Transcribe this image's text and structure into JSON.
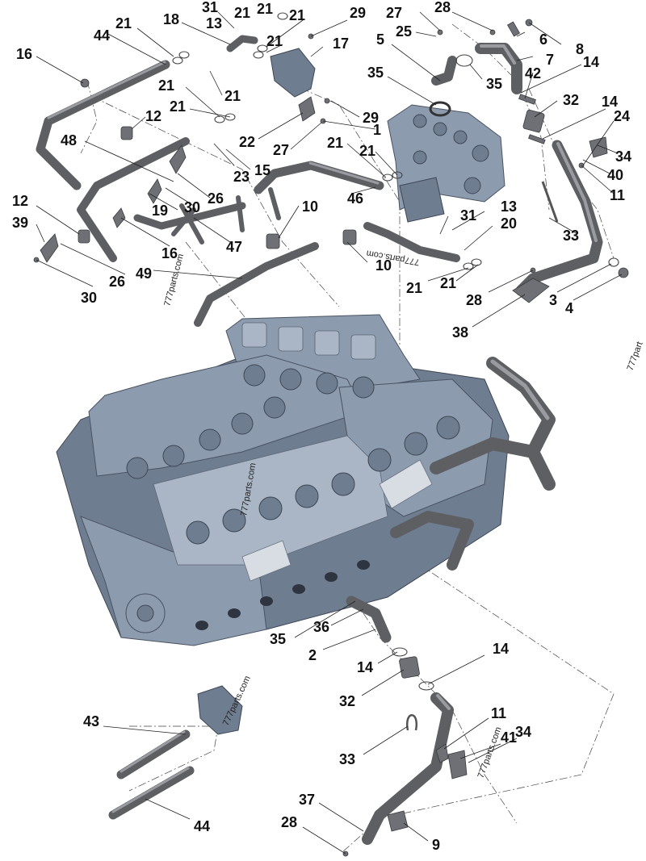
{
  "callouts": [
    {
      "id": "c-31a",
      "text": "31"
    },
    {
      "id": "c-21a",
      "text": "21"
    },
    {
      "id": "c-21b",
      "text": "21"
    },
    {
      "id": "c-27a",
      "text": "27"
    },
    {
      "id": "c-28a",
      "text": "28"
    },
    {
      "id": "c-44a",
      "text": "44"
    },
    {
      "id": "c-21c",
      "text": "21"
    },
    {
      "id": "c-18",
      "text": "18"
    },
    {
      "id": "c-13a",
      "text": "13"
    },
    {
      "id": "c-21d",
      "text": "21"
    },
    {
      "id": "c-29a",
      "text": "29"
    },
    {
      "id": "c-25",
      "text": "25"
    },
    {
      "id": "c-6",
      "text": "6"
    },
    {
      "id": "c-8",
      "text": "8"
    },
    {
      "id": "c-16a",
      "text": "16"
    },
    {
      "id": "c-21e",
      "text": "21"
    },
    {
      "id": "c-17",
      "text": "17"
    },
    {
      "id": "c-5",
      "text": "5"
    },
    {
      "id": "c-7",
      "text": "7"
    },
    {
      "id": "c-14a",
      "text": "14"
    },
    {
      "id": "c-42",
      "text": "42"
    },
    {
      "id": "c-35a",
      "text": "35"
    },
    {
      "id": "c-35b",
      "text": "35"
    },
    {
      "id": "c-21f",
      "text": "21"
    },
    {
      "id": "c-21g",
      "text": "21"
    },
    {
      "id": "c-32a",
      "text": "32"
    },
    {
      "id": "c-14b",
      "text": "14"
    },
    {
      "id": "c-12a",
      "text": "12"
    },
    {
      "id": "c-21h",
      "text": "21"
    },
    {
      "id": "c-29b",
      "text": "29"
    },
    {
      "id": "c-1",
      "text": "1"
    },
    {
      "id": "c-24",
      "text": "24"
    },
    {
      "id": "c-22",
      "text": "22"
    },
    {
      "id": "c-27b",
      "text": "27"
    },
    {
      "id": "c-48",
      "text": "48"
    },
    {
      "id": "c-21i",
      "text": "21"
    },
    {
      "id": "c-21j",
      "text": "21"
    },
    {
      "id": "c-34a",
      "text": "34"
    },
    {
      "id": "c-23",
      "text": "23"
    },
    {
      "id": "c-15",
      "text": "15"
    },
    {
      "id": "c-40",
      "text": "40"
    },
    {
      "id": "c-11a",
      "text": "11"
    },
    {
      "id": "c-26a",
      "text": "26"
    },
    {
      "id": "c-46",
      "text": "46"
    },
    {
      "id": "c-30a",
      "text": "30"
    },
    {
      "id": "c-12b",
      "text": "12"
    },
    {
      "id": "c-19",
      "text": "19"
    },
    {
      "id": "c-10a",
      "text": "10"
    },
    {
      "id": "c-13b",
      "text": "13"
    },
    {
      "id": "c-39",
      "text": "39"
    },
    {
      "id": "c-31b",
      "text": "31"
    },
    {
      "id": "c-20",
      "text": "20"
    },
    {
      "id": "c-33a",
      "text": "33"
    },
    {
      "id": "c-16b",
      "text": "16"
    },
    {
      "id": "c-47",
      "text": "47"
    },
    {
      "id": "c-26b",
      "text": "26"
    },
    {
      "id": "c-10b",
      "text": "10"
    },
    {
      "id": "c-49",
      "text": "49"
    },
    {
      "id": "c-21k",
      "text": "21"
    },
    {
      "id": "c-21l",
      "text": "21"
    },
    {
      "id": "c-30b",
      "text": "30"
    },
    {
      "id": "c-28b",
      "text": "28"
    },
    {
      "id": "c-3",
      "text": "3"
    },
    {
      "id": "c-4",
      "text": "4"
    },
    {
      "id": "c-38",
      "text": "38"
    },
    {
      "id": "c-36",
      "text": "36"
    },
    {
      "id": "c-35c",
      "text": "35"
    },
    {
      "id": "c-2",
      "text": "2"
    },
    {
      "id": "c-14c",
      "text": "14"
    },
    {
      "id": "c-14d",
      "text": "14"
    },
    {
      "id": "c-32b",
      "text": "32"
    },
    {
      "id": "c-43",
      "text": "43"
    },
    {
      "id": "c-11b",
      "text": "11"
    },
    {
      "id": "c-34b",
      "text": "34"
    },
    {
      "id": "c-41",
      "text": "41"
    },
    {
      "id": "c-33b",
      "text": "33"
    },
    {
      "id": "c-37",
      "text": "37"
    },
    {
      "id": "c-28c",
      "text": "28"
    },
    {
      "id": "c-44b",
      "text": "44"
    },
    {
      "id": "c-9",
      "text": "9"
    }
  ],
  "watermarks": [
    {
      "id": "wm-1",
      "text": "777parts.com"
    },
    {
      "id": "wm-2",
      "text": "777parts.com"
    },
    {
      "id": "wm-3",
      "text": "777parts.com"
    },
    {
      "id": "wm-4",
      "text": "777parts.com"
    },
    {
      "id": "wm-5",
      "text": "777parts.com"
    },
    {
      "id": "wm-6",
      "text": "777part"
    }
  ],
  "colors": {
    "engine_block": "#8c9bae",
    "pipe": "#5e5f63",
    "line": "#222222",
    "background": "#ffffff"
  }
}
